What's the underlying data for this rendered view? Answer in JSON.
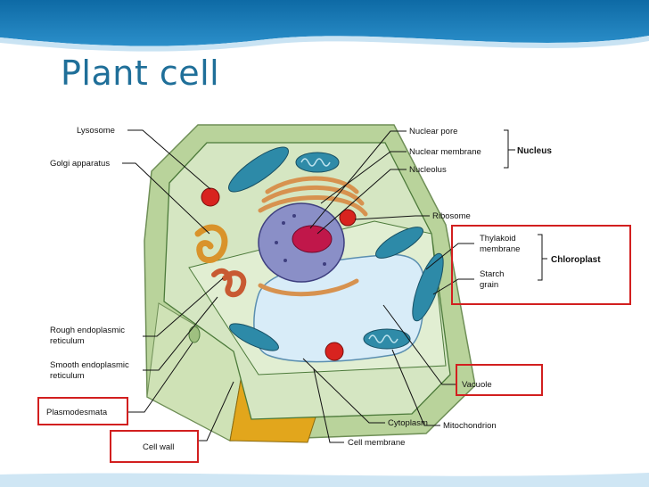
{
  "slide": {
    "title": "Plant cell"
  },
  "labels": {
    "lysosome": "Lysosome",
    "golgi": "Golgi apparatus",
    "rough_er_1": "Rough endoplasmic",
    "rough_er_2": "reticulum",
    "smooth_er_1": "Smooth endoplasmic",
    "smooth_er_2": "reticulum",
    "plasmodesmata": "Plasmodesmata",
    "cell_wall": "Cell wall",
    "nuclear_pore": "Nuclear pore",
    "nuclear_membrane": "Nuclear membrane",
    "nucleolus": "Nucleolus",
    "nucleus": "Nucleus",
    "ribosome": "Ribosome",
    "thylakoid_1": "Thylakoid",
    "thylakoid_2": "membrane",
    "starch_1": "Starch",
    "starch_2": "grain",
    "chloroplast": "Chloroplast",
    "vacuole": "Vacuole",
    "cytoplasm": "Cytoplasm",
    "mitochondrion": "Mitochondrion",
    "cell_membrane": "Cell membrane"
  },
  "colors": {
    "title": "#1f6f99",
    "highlight_box": "#d21f1f",
    "cell_wall": "#b9d39b",
    "cytoplasm": "#d5e6c2",
    "vacuole": "#d8ecf8",
    "nucleus": "#8a8fc7",
    "nucleolus": "#c0174a",
    "chloroplast": "#2d8aa8",
    "golgi": "#d9932b",
    "rough_er": "#e2a86a",
    "lysosome": "#d8231f"
  }
}
